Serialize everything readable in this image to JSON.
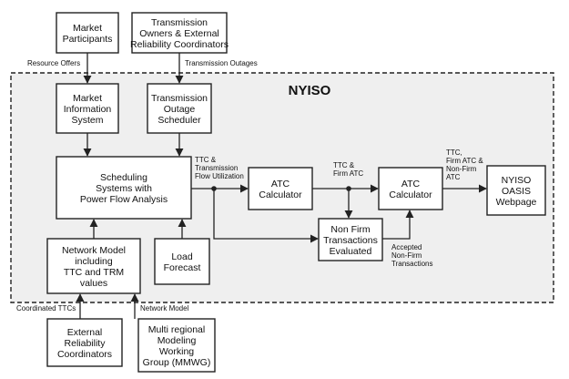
{
  "region": {
    "title": "NYISO"
  },
  "boxes": {
    "market_participants": [
      "Market",
      "Participants"
    ],
    "transmission_owners": [
      "Transmission",
      "Owners & External",
      "Reliability Coordinators"
    ],
    "mis": [
      "Market",
      "Information",
      "System"
    ],
    "tos": [
      "Transmission",
      "Outage",
      "Scheduler"
    ],
    "scheduling": [
      "Scheduling",
      "Systems with",
      "Power Flow Analysis"
    ],
    "atc1": [
      "ATC",
      "Calculator"
    ],
    "atc2": [
      "ATC",
      "Calculator"
    ],
    "oasis": [
      "NYISO",
      "OASIS",
      "Webpage"
    ],
    "nonfirm": [
      "Non Firm",
      "Transactions",
      "Evaluated"
    ],
    "network_model": [
      "Network Model",
      "including",
      "TTC and TRM",
      "values"
    ],
    "load_forecast": [
      "Load",
      "Forecast"
    ],
    "external_rc": [
      "External",
      "Reliability",
      "Coordinators"
    ],
    "mmwg": [
      "Multi regional",
      "Modeling",
      "Working",
      "Group (MMWG)"
    ]
  },
  "labels": {
    "resource_offers": [
      "Resource Offers"
    ],
    "transmission_outages": [
      "Transmission Outages"
    ],
    "ttc_flow": [
      "TTC &",
      "Transmission",
      "Flow Utilization"
    ],
    "ttc_firm": [
      "TTC &",
      "Firm ATC"
    ],
    "ttc_nonfirm": [
      "TTC,",
      "Firm ATC &",
      "Non-Firm",
      "ATC"
    ],
    "accepted": [
      "Accepted",
      "Non-Firm",
      "Transactions"
    ],
    "coordinated_ttcs": [
      "Coordinated TTCs"
    ],
    "network_model_lbl": [
      "Network Model"
    ]
  }
}
